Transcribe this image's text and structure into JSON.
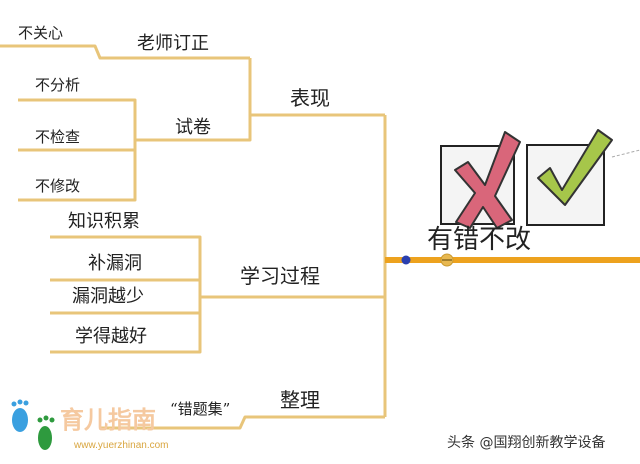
{
  "mindmap": {
    "root": "有错不改",
    "branches": [
      {
        "label": "表现",
        "children": [
          {
            "label": "老师订正",
            "children": [
              "不关心"
            ]
          },
          {
            "label": "试卷",
            "children": [
              "不分析",
              "不检查",
              "不修改"
            ]
          }
        ]
      },
      {
        "label": "学习过程",
        "children": [
          "知识积累",
          "补漏洞",
          "漏洞越少",
          "学得越好"
        ]
      },
      {
        "label": "整理",
        "children": [
          "“错题集”"
        ]
      }
    ]
  },
  "icons": [
    "cross-mark-icon",
    "check-mark-icon"
  ],
  "watermark": {
    "logo_text": "育儿指南",
    "url": "www.yuerzhinan.com",
    "credit": "头条 @国翔创新教学设备"
  },
  "colors": {
    "branch": "#e8b850",
    "main": "#eda21e",
    "cross": "#d9667a",
    "check": "#a6c64a",
    "dot": "#2a3fb0"
  }
}
